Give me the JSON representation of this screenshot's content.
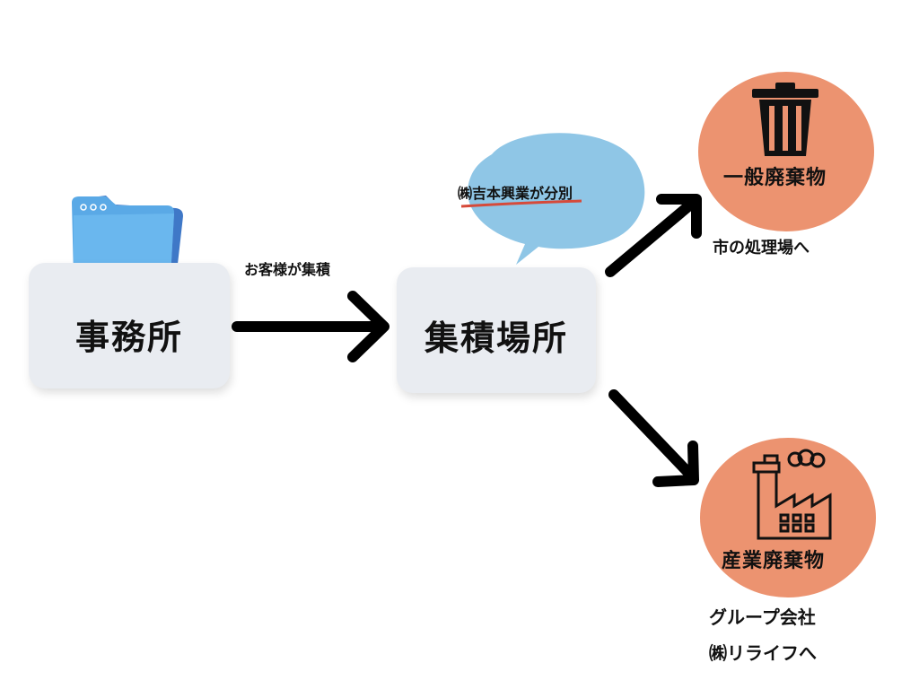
{
  "nodes": {
    "office": "事務所",
    "collection": "集積場所",
    "general_waste": "一般廃棄物",
    "industrial_waste": "産業廃棄物"
  },
  "edges": {
    "office_to_collection": "お客様が集積"
  },
  "speech_bubble": {
    "text": "㈱吉本興業が分別"
  },
  "destinations": {
    "general": "市の処理場へ",
    "industrial_line1": "グループ会社",
    "industrial_line2": "㈱リライフへ"
  },
  "icons": {
    "office": "folder-icon",
    "general": "trash-can-icon",
    "industrial": "factory-icon"
  },
  "colors": {
    "node_fill": "#e9ecf1",
    "circle_fill": "#ec9370",
    "bubble_fill": "#8fc6e6",
    "underline": "#d64a3a",
    "folder": "#5aa9e6"
  }
}
